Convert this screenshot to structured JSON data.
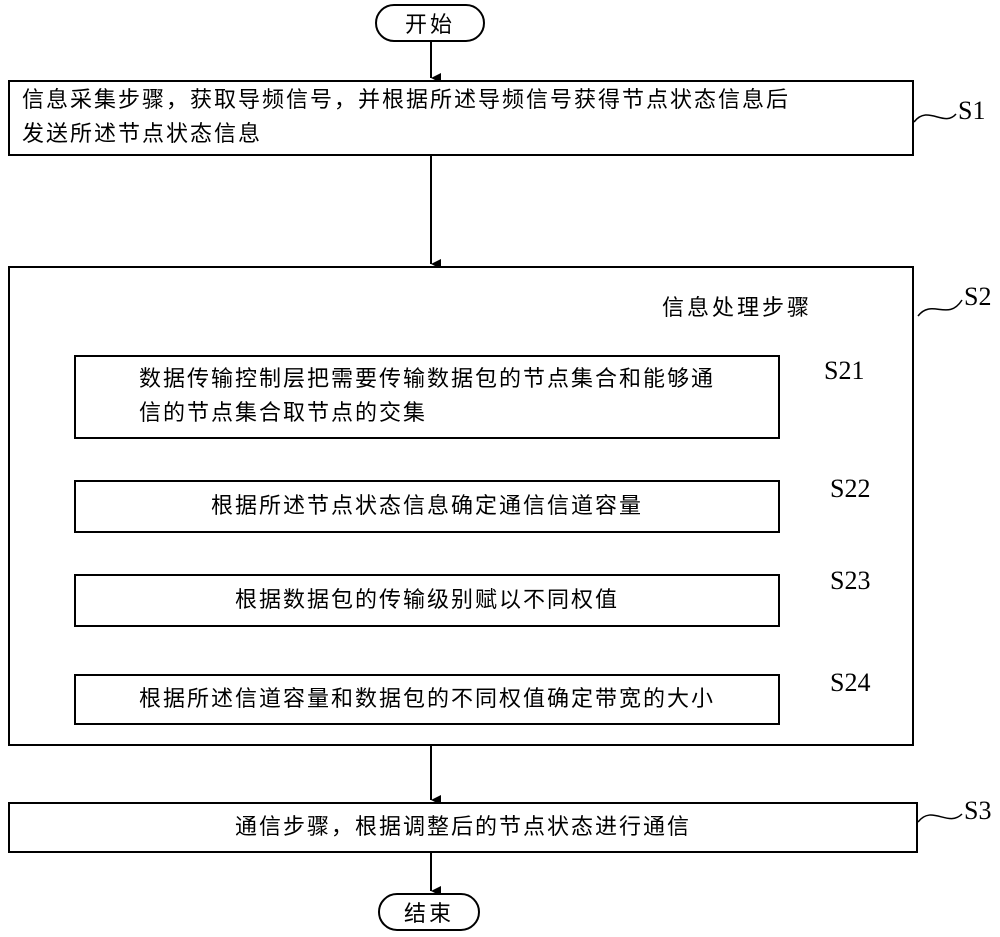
{
  "start": "开始",
  "end": "结束",
  "s1": {
    "tag": "S1",
    "line1": "信息采集步骤，获取导频信号，并根据所述导频信号获得节点状态信息后",
    "line2": "发送所述节点状态信息"
  },
  "s2": {
    "tag": "S2",
    "title": "信息处理步骤",
    "s21": {
      "tag": "S21",
      "line1": "数据传输控制层把需要传输数据包的节点集合和能够通",
      "line2": "信的节点集合取节点的交集"
    },
    "s22": {
      "tag": "S22",
      "text": "根据所述节点状态信息确定通信信道容量"
    },
    "s23": {
      "tag": "S23",
      "text": "根据数据包的传输级别赋以不同权值"
    },
    "s24": {
      "tag": "S24",
      "text": "根据所述信道容量和数据包的不同权值确定带宽的大小"
    }
  },
  "s3": {
    "tag": "S3",
    "text": "通信步骤，根据调整后的节点状态进行通信"
  }
}
